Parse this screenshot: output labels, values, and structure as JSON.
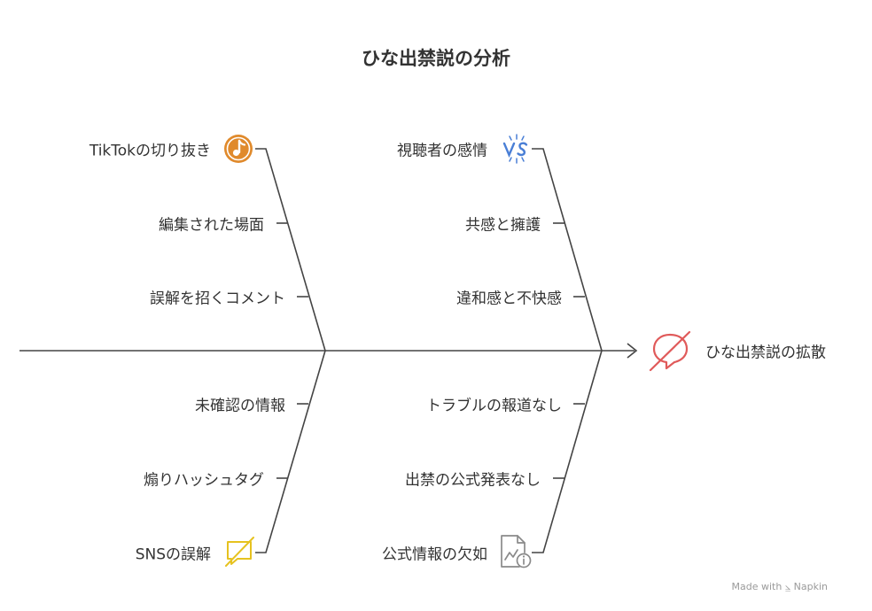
{
  "title": "ひな出禁説の分析",
  "effect": "ひな出禁説の拡散",
  "branches": [
    {
      "id": "top-left",
      "head_label": "TikTokの切り抜き",
      "causes": [
        "編集された場面",
        "誤解を招くコメント"
      ],
      "icon": "music-note-icon",
      "icon_color": "#e08a2c"
    },
    {
      "id": "top-right",
      "head_label": "視聴者の感情",
      "causes": [
        "共感と擁護",
        "違和感と不快感"
      ],
      "icon": "vs-icon",
      "icon_color": "#4a7fd6"
    },
    {
      "id": "bottom-left",
      "head_label": "SNSの誤解",
      "causes": [
        "未確認の情報",
        "煽りハッシュタグ"
      ],
      "icon": "crossed-chat-icon",
      "icon_color": "#e6c21f"
    },
    {
      "id": "bottom-right",
      "head_label": "公式情報の欠如",
      "causes": [
        "トラブルの報道なし",
        "出禁の公式発表なし"
      ],
      "icon": "document-info-icon",
      "icon_color": "#8a8a8a"
    }
  ],
  "effect_icon": {
    "icon": "crossed-speech-icon",
    "color": "#e05a5a"
  },
  "footer": "Made with ⦥ Napkin"
}
